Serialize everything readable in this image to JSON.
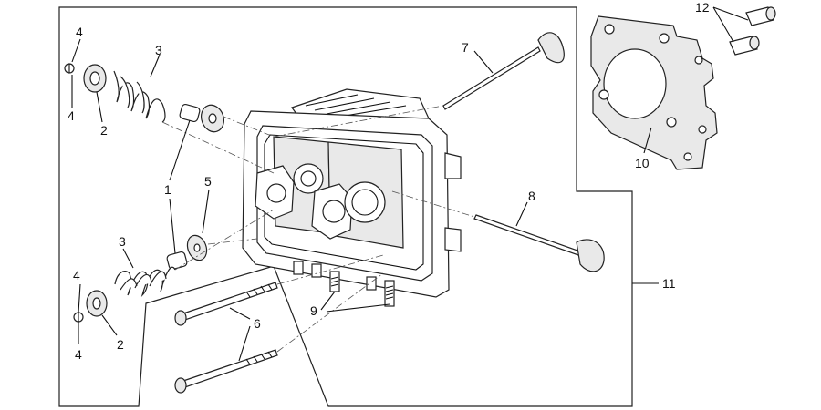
{
  "callouts": {
    "c1a": "1",
    "c1b": "1",
    "c2a": "2",
    "c2b": "2",
    "c3a": "3",
    "c3b": "3",
    "c4a": "4",
    "c4b": "4",
    "c4c": "4",
    "c4d": "4",
    "c5": "5",
    "c6": "6",
    "c7": "7",
    "c8": "8",
    "c9": "9",
    "c10": "10",
    "c11": "11",
    "c12": "12"
  },
  "colors": {
    "line": "#111111",
    "part_fill": "#e9e9e9",
    "background": "#ffffff"
  }
}
